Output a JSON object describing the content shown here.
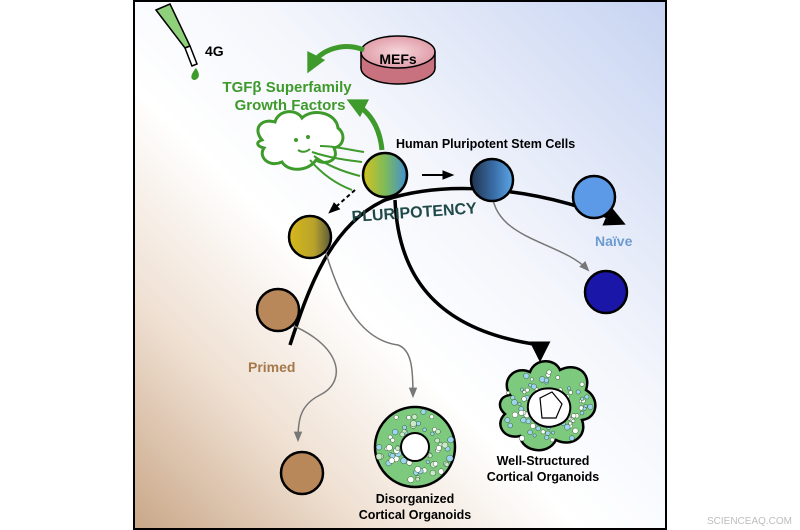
{
  "labels": {
    "pipette": "4G",
    "mefs": "MEFs",
    "growth_factors_line1": "TGFβ Superfamily",
    "growth_factors_line2": "Growth Factors",
    "hpsc": "Human Pluripotent Stem Cells",
    "pluripotency": "PLURIPOTENCY",
    "naive": "Naïve",
    "primed": "Primed",
    "disorganized_line1": "Disorganized",
    "disorganized_line2": "Cortical Organoids",
    "wellstructured_line1": "Well-Structured",
    "wellstructured_line2": "Cortical Organoids",
    "watermark": "SCIENCEAQ.COM"
  },
  "colors": {
    "green": "#3f9a2c",
    "naive_text": "#6b9bd1",
    "primed_text": "#a5774a",
    "cell_brown": "#b8875a",
    "cell_blue": "#5c99e6",
    "cell_darkblue": "#1a17a8",
    "pluripotency_text": "#1f4a47",
    "organoid_green": "#7dc97e",
    "petri_pink": "#e3a3ae"
  }
}
